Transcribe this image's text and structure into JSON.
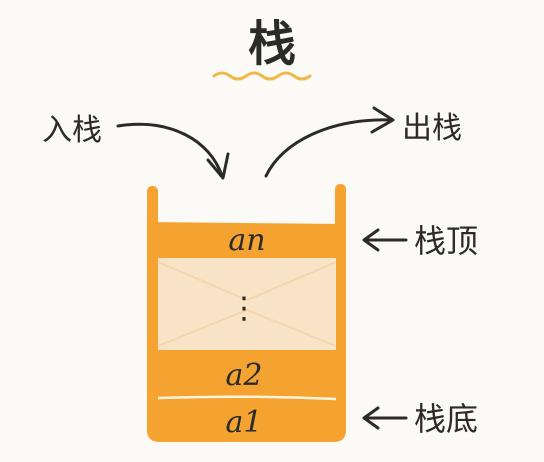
{
  "title": "栈",
  "labels": {
    "push": "入栈",
    "pop": "出栈",
    "top": "栈顶",
    "bottom": "栈底"
  },
  "elements": {
    "top_item": "an",
    "ellipsis": "⋮",
    "second_item": "a2",
    "bottom_item": "a1"
  },
  "colors": {
    "container": "#f4a331",
    "inner_light": "#f8e3c6",
    "ink": "#2b2b2b",
    "underline": "#f2b84b",
    "background": "#fbfaf6"
  }
}
